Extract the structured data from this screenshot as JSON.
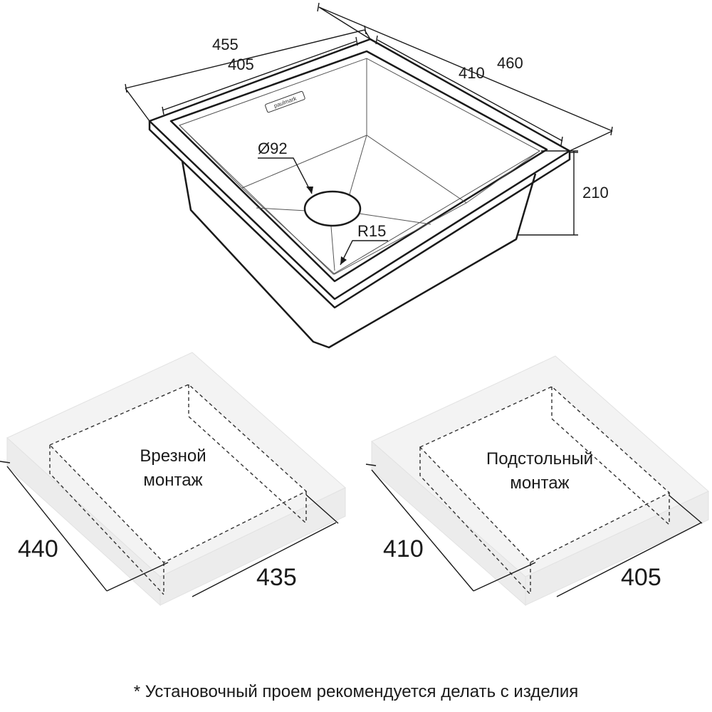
{
  "sink": {
    "brand": "paulmark",
    "dimensions": {
      "outer_width": "455",
      "inner_width": "405",
      "inner_depth": "410",
      "outer_depth": "460",
      "height": "210",
      "drain_diameter": "Ø92",
      "corner_radius": "R15"
    }
  },
  "cutouts": [
    {
      "label_line1": "Врезной",
      "label_line2": "монтаж",
      "depth": "440",
      "width": "435"
    },
    {
      "label_line1": "Подстольный",
      "label_line2": "монтаж",
      "depth": "410",
      "width": "405"
    }
  ],
  "footnote": "* Установочный проем рекомендуется делать с изделия"
}
